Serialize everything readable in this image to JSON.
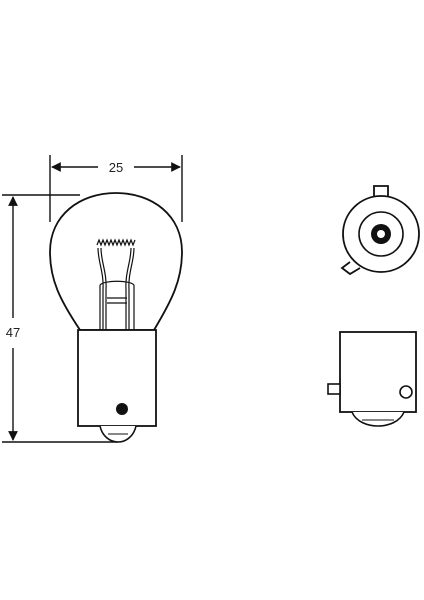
{
  "diagram": {
    "dimensions": {
      "width_label": "25",
      "height_label": "47"
    },
    "colors": {
      "stroke": "#111111",
      "fill": "#ffffff"
    },
    "views": [
      {
        "name": "side-view",
        "description": ""
      },
      {
        "name": "top-view",
        "description": ""
      },
      {
        "name": "base-view",
        "description": ""
      }
    ]
  }
}
